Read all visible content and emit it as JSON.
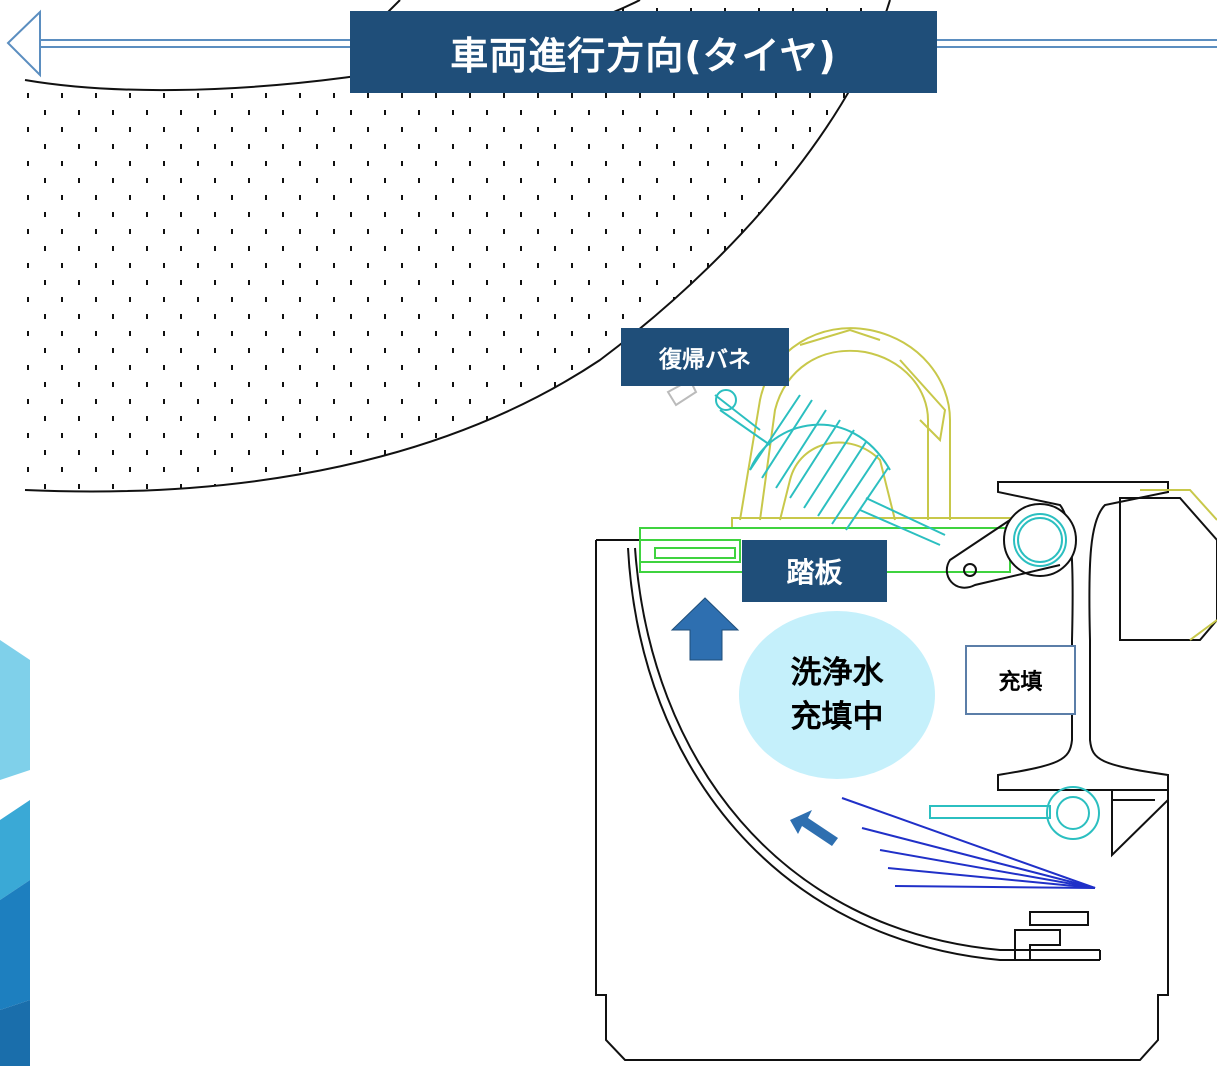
{
  "labels": {
    "direction": "車両進行方向(タイヤ)",
    "return_spring": "復帰バネ",
    "step_plate": "踏板",
    "fill": "充填",
    "bubble_line1": "洗浄水",
    "bubble_line2": "充填中"
  },
  "colors": {
    "dark_label": "#1f4e79",
    "bubble": "#c5f0fb",
    "spring": "#2bbfc0",
    "pedal": "#3fd33f",
    "bracket": "#c8c84a",
    "spray": "#2030c8",
    "arrow": "#2e6fb0"
  }
}
